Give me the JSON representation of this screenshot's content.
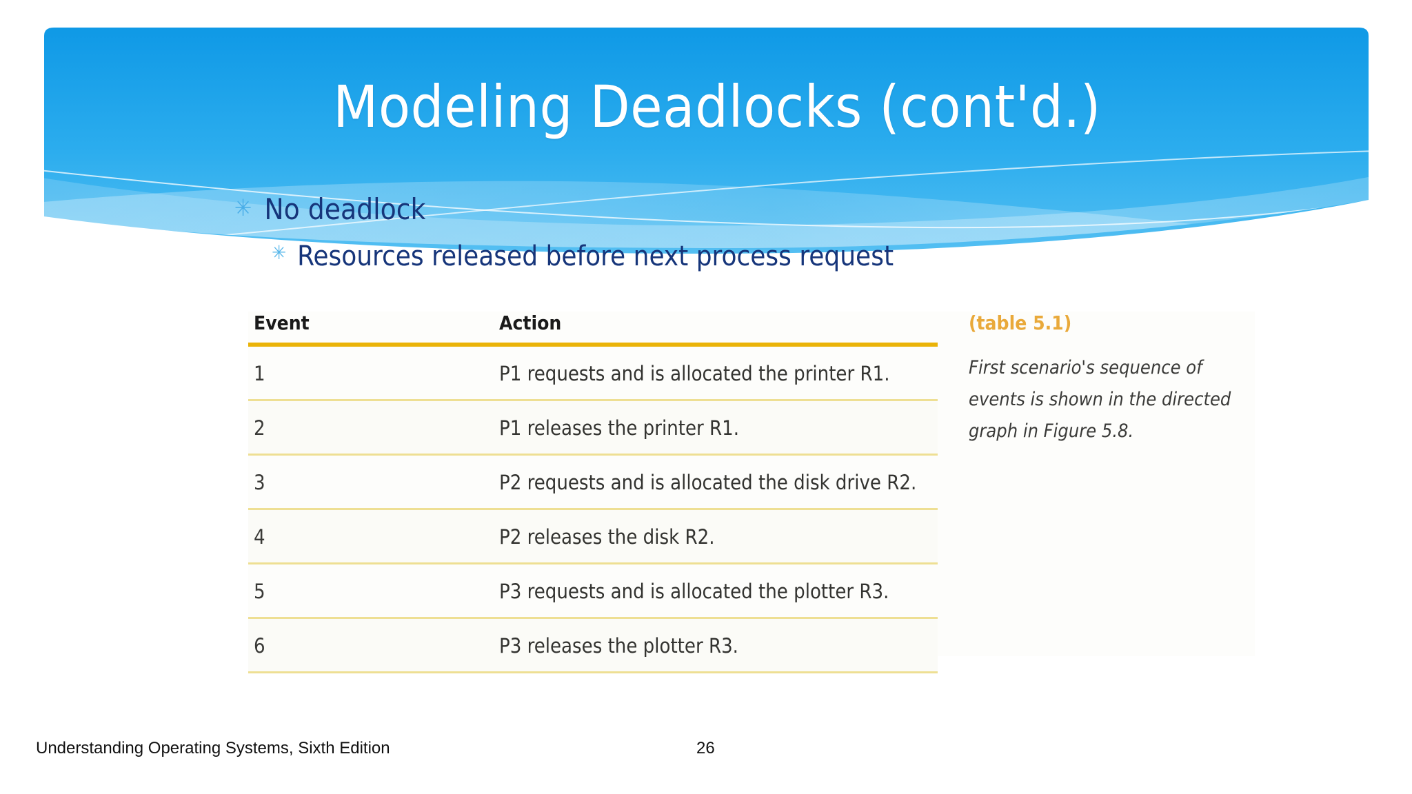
{
  "slide": {
    "title": "Modeling Deadlocks (cont'd.)",
    "bullets": [
      {
        "level": 1,
        "marker": "✳",
        "text": "No deadlock"
      },
      {
        "level": 2,
        "marker": "✳",
        "text": "Resources released before next process request"
      }
    ]
  },
  "figure": {
    "table": {
      "columns": [
        "Event",
        "Action"
      ],
      "rows": [
        {
          "event": "1",
          "action": "P1 requests and is allocated the printer R1."
        },
        {
          "event": "2",
          "action": "P1 releases the printer R1."
        },
        {
          "event": "3",
          "action": "P2 requests and is allocated the disk drive R2."
        },
        {
          "event": "4",
          "action": "P2 releases the disk R2."
        },
        {
          "event": "5",
          "action": "P3 requests and is allocated the plotter R3."
        },
        {
          "event": "6",
          "action": "P3 releases the plotter R3."
        }
      ]
    },
    "caption": {
      "label": "(table 5.1)",
      "body": "First scenario's sequence of events is shown in the directed graph in Figure 5.8."
    }
  },
  "footer": {
    "source": "Understanding Operating Systems, Sixth Edition",
    "page": "26"
  },
  "colors": {
    "banner_top": "#18a0e8",
    "banner_bottom": "#5cc2f0",
    "title_text": "#ffffff",
    "bullet_text": "#16357a",
    "bullet_marker": "#4aaee8",
    "rule_gold": "#eab308",
    "rule_gold_light": "#eedf93",
    "caption_label": "#e9a93a",
    "caption_body": "#3a3a38",
    "footer_text": "#111111"
  }
}
